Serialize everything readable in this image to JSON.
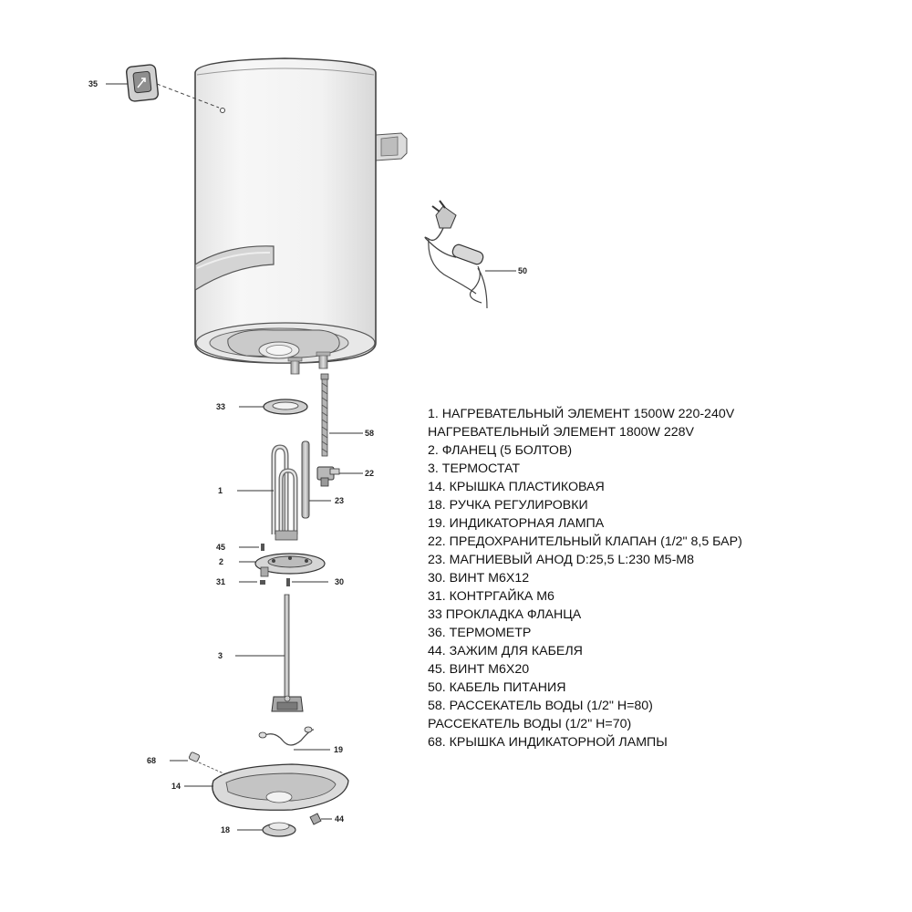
{
  "callouts": {
    "c35": "35",
    "c50": "50",
    "c33": "33",
    "c58": "58",
    "c22": "22",
    "c1": "1",
    "c23": "23",
    "c45": "45",
    "c2": "2",
    "c31": "31",
    "c30": "30",
    "c3": "3",
    "c19": "19",
    "c68": "68",
    "c14": "14",
    "c44": "44",
    "c18": "18"
  },
  "legend": [
    "1. НАГРЕВАТЕЛЬНЫЙ ЭЛЕМЕНТ 1500W 220-240V",
    "НАГРЕВАТЕЛЬНЫЙ ЭЛЕМЕНТ 1800W 228V",
    "2. ФЛАНЕЦ  (5 БОЛТОВ)",
    "3. ТЕРМОСТАТ",
    "14. КРЫШКА ПЛАСТИКОВАЯ",
    "18. РУЧКА РЕГУЛИРОВКИ",
    "19. ИНДИКАТОРНАЯ ЛАМПА",
    "22. ПРЕДОХРАНИТЕЛЬНЫЙ КЛАПАН (1/2\" 8,5 БАР)",
    "23. МАГНИЕВЫЙ АНОД D:25,5 L:230 M5-M8",
    "30. ВИНТ М6Х12",
    "31. КОНТРГАЙКА М6",
    "33 ПРОКЛАДКА ФЛАНЦА",
    "36. ТЕРМОМЕТР",
    "44. ЗАЖИМ ДЛЯ КАБЕЛЯ",
    "45. ВИНТ М6Х20",
    "50. КАБЕЛЬ ПИТАНИЯ",
    "58. РАССЕКАТЕЛЬ ВОДЫ (1/2\" H=80)",
    "РАССЕКАТЕЛЬ ВОДЫ (1/2\" H=70)",
    "68. КРЫШКА ИНДИКАТОРНОЙ ЛАМПЫ"
  ]
}
